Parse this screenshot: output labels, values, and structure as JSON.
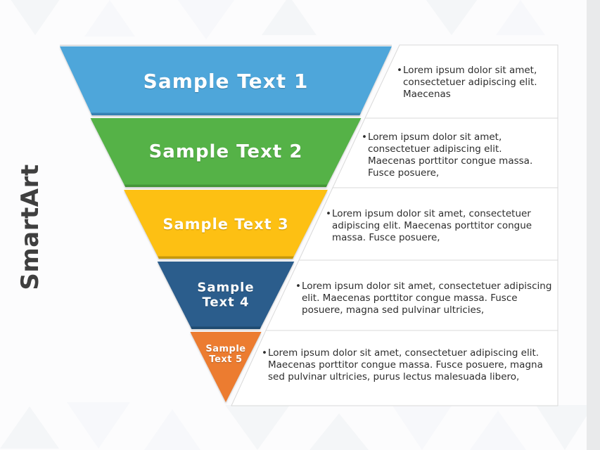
{
  "page": {
    "background_color": "#fcfcfd",
    "right_strip_color": "#e9eaeb",
    "note_border_color": "#d9d9d9"
  },
  "sidebar_label": "SmartArt",
  "funnel": {
    "label_color": "#ffffff",
    "segments": [
      {
        "label": "Sample Text 1",
        "color": "#4ea6da",
        "edge_color": "#3780b3"
      },
      {
        "label": "Sample Text 2",
        "color": "#55b247",
        "edge_color": "#459538"
      },
      {
        "label": "Sample Text 3",
        "color": "#fdc013",
        "edge_color": "#c6990c"
      },
      {
        "label": "Sample Text 4",
        "color": "#2b5d8c",
        "edge_color": "#1f4a70"
      },
      {
        "label": "Sample Text 5",
        "color": "#ec7c30",
        "edge_color": "#c4621f"
      }
    ]
  },
  "notes": [
    {
      "bullet": "•",
      "lines": [
        "Lorem ipsum dolor sit amet,",
        "consectetuer adipiscing elit.",
        "Maecenas"
      ]
    },
    {
      "bullet": "•",
      "lines": [
        "Lorem ipsum dolor sit amet,",
        "consectetuer adipiscing elit.",
        "Maecenas porttitor congue massa.",
        "Fusce posuere,"
      ]
    },
    {
      "bullet": "•",
      "lines": [
        "Lorem ipsum dolor sit amet, consectetuer",
        "adipiscing elit. Maecenas porttitor congue",
        "massa. Fusce posuere,"
      ]
    },
    {
      "bullet": "•",
      "lines": [
        "Lorem ipsum dolor sit amet, consectetuer adipiscing",
        "elit. Maecenas porttitor congue massa. Fusce",
        "posuere, magna sed pulvinar ultricies,"
      ]
    },
    {
      "bullet": "•",
      "lines": [
        "Lorem ipsum dolor sit amet, consectetuer adipiscing elit.",
        "Maecenas porttitor congue massa. Fusce posuere, magna",
        "sed pulvinar ultricies, purus lectus malesuada libero,"
      ]
    }
  ]
}
